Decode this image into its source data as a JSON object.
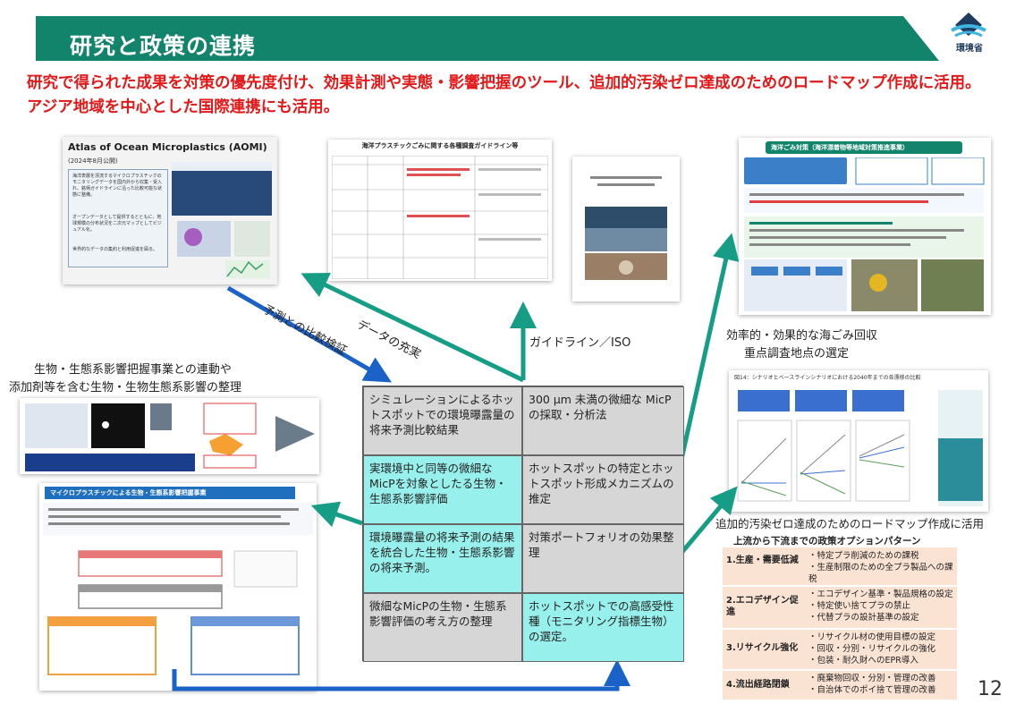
{
  "header": {
    "title": "研究と政策の連携",
    "ministry": "環境省",
    "lead": "研究で得られた成果を対策の優先度付け、効果計測や実態・影響把握のツール、追加的汚染ゼロ達成のためのロードマップ作成に活用。アジア地域を中心とした国際連携にも活用。"
  },
  "aomi": {
    "title": "Atlas of Ocean Microplastics (AOMI)",
    "date": "(2024年8月公開)",
    "bullets": [
      "海洋表層を漂流するマイクロプラスチックのモニタリングデータを国内外から収集・受入れ、銘柄ガイドラインに沿った比較可能な状態に整備。",
      "オープンデータとして提供するとともに、地球規模の分布状況を二次元マップとしてビジュアル化。",
      "世界的なデータの集約と利用促進を図る。"
    ]
  },
  "guideline_doc": {
    "title": "海洋プラスチックごみに関する各種調査ガイドライン等"
  },
  "kaigomi": {
    "title": "海洋ごみ対策（海洋漂着物等地域対策推進事業）"
  },
  "roadmap_doc": {
    "title": "図14：シナリオとベースラインシナリオにおける2040年までの各漂移の比較"
  },
  "micro_doc": {
    "title": "マイクロプラスチックによる生物・生態系影響把握事業"
  },
  "labels": {
    "prediction": "予測との比較検証",
    "data": "データの充実",
    "guideline": "ガイドライン／ISO",
    "efficient_1": "効率的・効果的な海ごみ回収",
    "efficient_2": "重点調査地点の選定",
    "bio_1": "生物・生態系影響把握事業との連動や",
    "bio_2": "添加剤等を含む生物・生物生態系影響の整理",
    "roadmap": "追加的汚染ゼロ達成のためのロードマップ作成に活用"
  },
  "grid": [
    "シミュレーションによるホットスポットでの環境曝露量の将来予測比較結果",
    "300 μm 未満の微細な MicPの採取・分析法",
    "実環境中と同等の微細な MicPを対象としたる生物・生態系影響評価",
    "ホットスポットの特定とホットスポット形成メカニズムの推定",
    "環境曝露量の将来予測の結果を統合した生物・生態系影響の将来予測。",
    "対策ポートフォリオの効果整理",
    "微細なMicPの生物・生態系影響評価の考え方の整理",
    "ホットスポットでの高感受性種（モニタリング指標生物）の選定。"
  ],
  "policy": {
    "title": "上流から下流までの政策オプションパターン",
    "options": [
      {
        "name": "1.生産・需要低減",
        "details": [
          "・特定プラ削減のための課税",
          "・生産制限のための全プラ製品への課税"
        ]
      },
      {
        "name": "2.エコデザイン促進",
        "details": [
          "・エコデザイン基準・製品規格の設定",
          "・特定使い捨てプラの禁止",
          "・代替プラの設計基準の設定"
        ]
      },
      {
        "name": "3.リサイクル強化",
        "details": [
          "・リサイクル材の使用目標の設定",
          "・回収・分別・リサイクルの強化",
          "・包装・耐久財へのEPR導入"
        ]
      },
      {
        "name": "4.流出経路閉鎖",
        "details": [
          "・廃棄物回収・分別・管理の改善",
          "・自治体でのポイ捨て管理の改善"
        ]
      }
    ]
  },
  "page_number": "12",
  "colors": {
    "banner": "#13846c",
    "lead": "#e31818",
    "arrow_green": "#169d86",
    "arrow_blue": "#1a62c8",
    "cell_cyan": "#98f0ec",
    "cell_gray": "#d6d6d6",
    "table_bg": "#fbe3d4"
  }
}
